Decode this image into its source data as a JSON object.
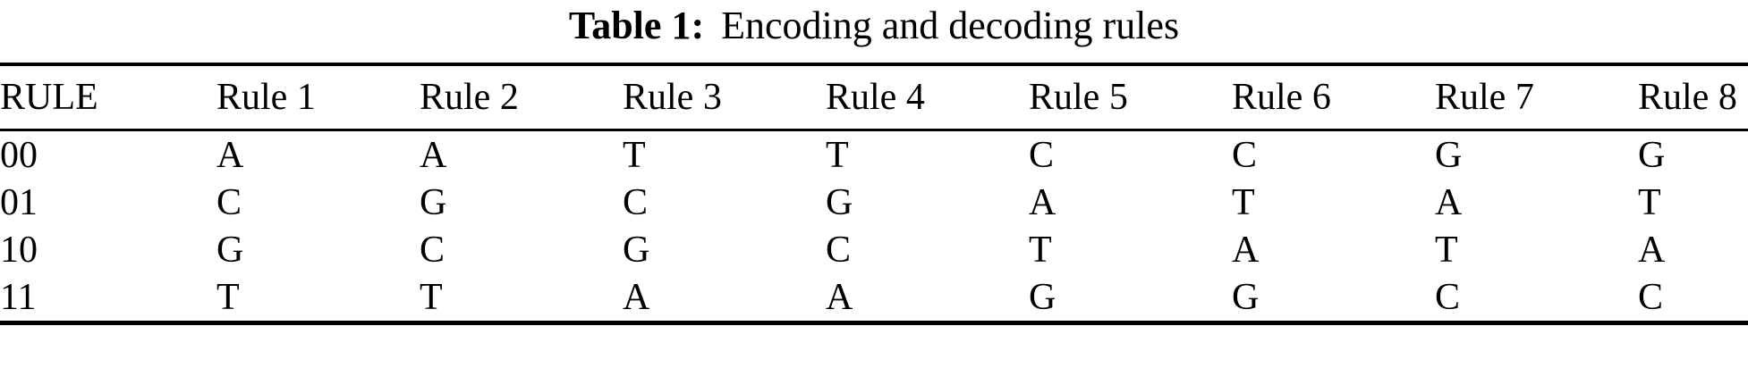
{
  "caption": {
    "label": "Table 1:",
    "text": "Encoding and decoding rules"
  },
  "table": {
    "headers": [
      "RULE",
      "Rule 1",
      "Rule 2",
      "Rule 3",
      "Rule 4",
      "Rule 5",
      "Rule 6",
      "Rule 7",
      "Rule 8"
    ],
    "rows": [
      {
        "code": "00",
        "cells": [
          "A",
          "A",
          "T",
          "T",
          "C",
          "C",
          "G",
          "G"
        ]
      },
      {
        "code": "01",
        "cells": [
          "C",
          "G",
          "C",
          "G",
          "A",
          "T",
          "A",
          "T"
        ]
      },
      {
        "code": "10",
        "cells": [
          "G",
          "C",
          "G",
          "C",
          "T",
          "A",
          "T",
          "A"
        ]
      },
      {
        "code": "11",
        "cells": [
          "T",
          "T",
          "A",
          "A",
          "G",
          "G",
          "C",
          "C"
        ]
      }
    ]
  },
  "colors": {
    "text": "#000000",
    "background": "#ffffff",
    "rule_line": "#000000"
  }
}
